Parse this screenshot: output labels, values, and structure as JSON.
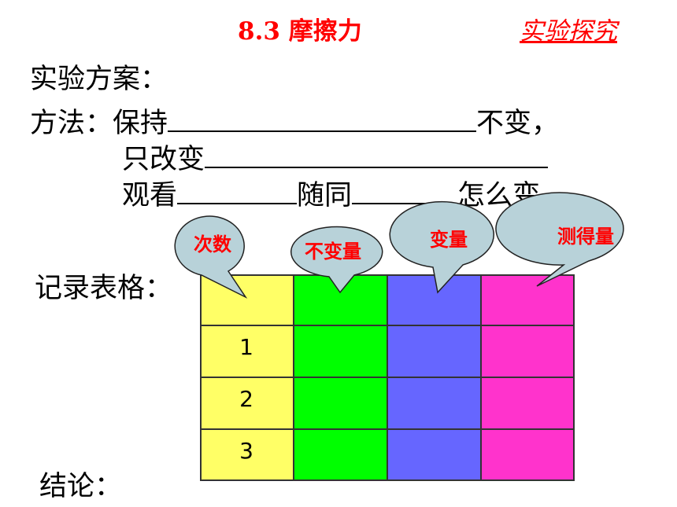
{
  "header": {
    "title": "8.3 摩擦力",
    "tag": "实验探究"
  },
  "plan": {
    "heading": "实验方案：",
    "method_label": "方法：保持",
    "method_tail": "不变，",
    "change_label": "只改变",
    "observe_label": "观看",
    "follow_label": "随同",
    "how_label": "怎么变"
  },
  "table": {
    "label": "记录表格：",
    "rows": [
      "1",
      "2",
      "3"
    ],
    "column_colors": [
      "#ffff66",
      "#00ff00",
      "#6666ff",
      "#ff33cc"
    ],
    "bubble_color": "#b8d2d9"
  },
  "bubbles": [
    "次数",
    "不变量",
    "变量",
    "测得量"
  ],
  "conclusion": {
    "label": "结论："
  }
}
